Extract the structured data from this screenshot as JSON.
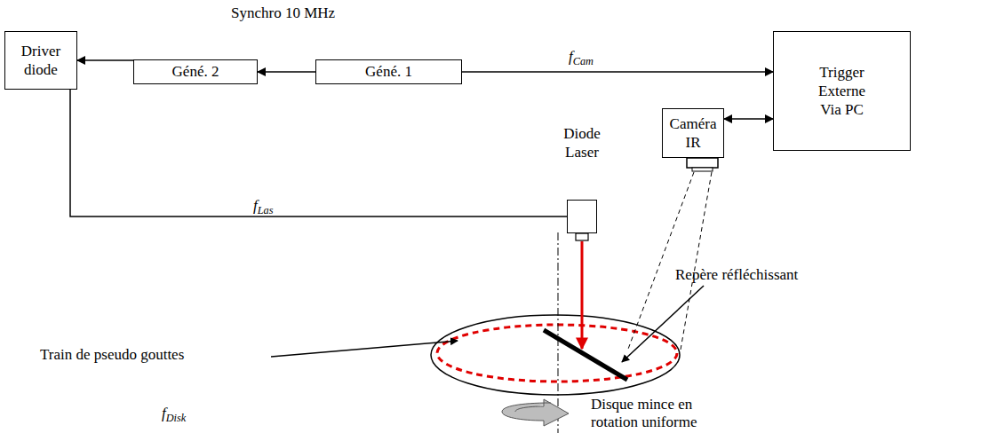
{
  "diagram": {
    "nodes": [
      {
        "text": [
          "Driver diode"
        ]
      },
      {
        "text": [
          "Géné. 2"
        ]
      },
      {
        "text": [
          "Géné. 1"
        ]
      },
      {
        "text": [
          "Caméra IR"
        ]
      },
      {
        "text": [
          "Trigger Externe Via PC"
        ]
      },
      {
        "text": [
          "Diode Laser"
        ]
      }
    ],
    "edges": [
      {
        "from": 2,
        "to": 1,
        "label": "Synchro 10 MHz",
        "arrow": "to"
      },
      {
        "from": 1,
        "to": 0,
        "arrow": "to"
      },
      {
        "from": 2,
        "to": 4,
        "label": "fCam",
        "arrow": "to"
      },
      {
        "from": 3,
        "to": 4,
        "arrow": "both"
      },
      {
        "from": 0,
        "to": 5,
        "label": "fLas",
        "arrow": "none"
      }
    ],
    "labels": [
      "Repère réfléchissant",
      "Train de pseudo gouttes",
      "Disque mince en rotation uniforme",
      "fDisk"
    ]
  }
}
